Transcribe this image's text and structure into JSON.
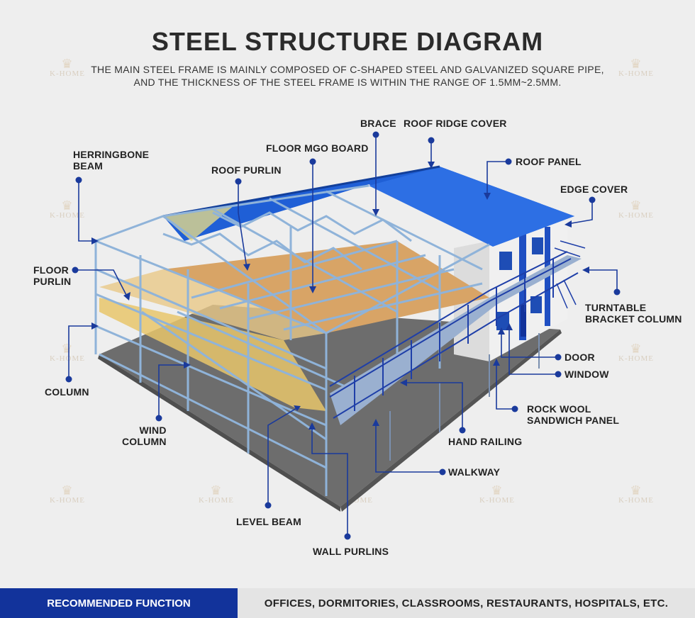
{
  "title": "STEEL STRUCTURE DIAGRAM",
  "subtitle_line1": "THE MAIN STEEL FRAME IS MAINLY COMPOSED OF C-SHAPED STEEL AND GALVANIZED SQUARE PIPE,",
  "subtitle_line2": "AND THE THICKNESS OF THE STEEL FRAME IS WITHIN THE RANGE OF 1.5MM~2.5MM.",
  "labels": {
    "brace": "BRACE",
    "roof_ridge_cover": "ROOF RIDGE COVER",
    "herringbone_beam": "HERRINGBONE\nBEAM",
    "floor_mgo_board": "FLOOR MGO BOARD",
    "roof_panel": "ROOF PANEL",
    "roof_purlin": "ROOF PURLIN",
    "edge_cover": "EDGE COVER",
    "floor_purlin": "FLOOR\nPURLIN",
    "turntable_bracket_column": "TURNTABLE\nBRACKET COLUMN",
    "door": "DOOR",
    "window": "WINDOW",
    "column": "COLUMN",
    "rock_wool_sandwich_panel": "ROCK WOOL\nSANDWICH PANEL",
    "wind_column": "WIND\nCOLUMN",
    "hand_railing": "HAND RAILING",
    "walkway": "WALKWAY",
    "level_beam": "LEVEL BEAM",
    "wall_purlins": "WALL PURLINS"
  },
  "watermark": "K-HOME",
  "footer": {
    "left": "RECOMMENDED FUNCTION",
    "right": "OFFICES, DORMITORIES, CLASSROOMS, RESTAURANTS, HOSPITALS, ETC."
  },
  "colors": {
    "leader": "#1a3a9c",
    "frame": "#8fb3d9",
    "roof": "#1f5fd6",
    "floor": "#d9a766",
    "ground": "#6c6c6c",
    "footer_left": "#12339b"
  }
}
